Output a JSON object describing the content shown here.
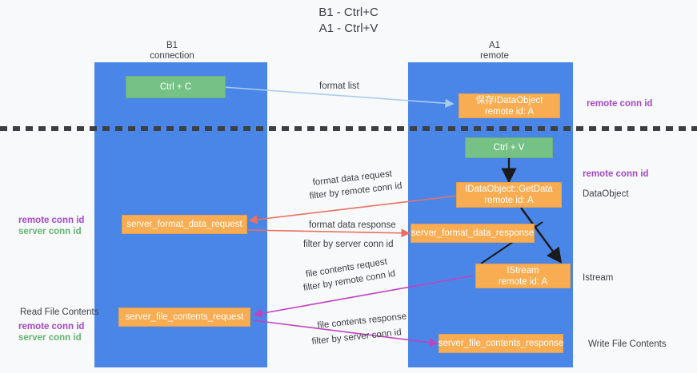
{
  "title": {
    "line1": "B1 - Ctrl+C",
    "line2": "A1 - Ctrl+V"
  },
  "colors": {
    "lane": "#4a86e8",
    "green_box": "#76c185",
    "orange_box": "#f9ad52",
    "purple_text": "#a347c7",
    "green_text": "#62b36f",
    "red_arrow": "#ea7063",
    "magenta_arrow": "#c043c0",
    "lightblue_arrow": "#a9cdf0",
    "black_arrow": "#1a1a1a",
    "background": "#f8f9fa"
  },
  "columns": [
    {
      "name": "B1",
      "sub": "connection"
    },
    {
      "name": "A1",
      "sub": "remote"
    }
  ],
  "boxes": {
    "ctrl_c": "Ctrl + C",
    "ctrl_v": "Ctrl + V",
    "idataobject_line1": "保存IDataObject",
    "idataobject_line2": "remote id: A",
    "getdata_line1": "IDataObject::GetData",
    "getdata_line2": "remote id: A",
    "istream_line1": "IStream",
    "istream_line2": "remote id: A",
    "server_format_data_request": "server_format_data_request",
    "server_format_data_response": "server_format_data_response",
    "server_file_contents_request": "server_file_contents_request",
    "server_file_contents_response": "server_file_contents_response"
  },
  "edge_labels": {
    "format_list": "format list",
    "format_data_request": "format data request",
    "format_data_request_filter_prefix": "filter by ",
    "format_data_request_filter_value": "remote conn id",
    "format_data_response": "format data response",
    "format_data_response_filter_prefix": "filter by ",
    "format_data_response_filter_value": "server conn id",
    "file_contents_request": "file contents request",
    "file_contents_request_filter_prefix": "filter by ",
    "file_contents_request_filter_value": "remote conn id",
    "file_contents_response": "file contents response",
    "file_contents_response_filter_prefix": "filter by ",
    "file_contents_response_filter_value": "server conn id"
  },
  "right_annotations": {
    "remote_conn_id_top": "remote conn id",
    "remote_conn_id_mid": "remote conn id",
    "dataobject": "DataObject",
    "istream": "Istream",
    "write_file_contents": "Write File Contents"
  },
  "left_annotations": {
    "remote_conn_id_mid": "remote conn id",
    "server_conn_id_mid": "server conn id",
    "read_file_contents": "Read File Contents",
    "remote_conn_id_bottom": "remote conn id",
    "server_conn_id_bottom": "server conn id"
  }
}
